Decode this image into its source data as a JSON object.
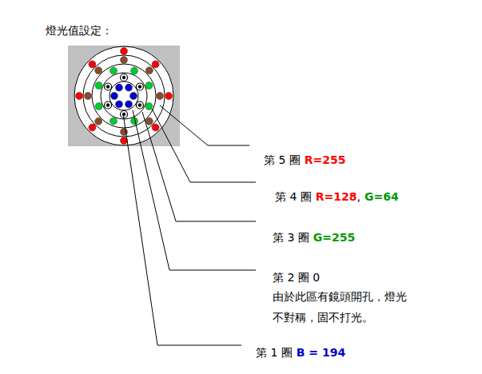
{
  "diagram": {
    "labels": [
      "燈光值設定：",
      "第 5 圈",
      "R=255",
      "第 4 圈",
      "R=128",
      ",",
      "G=64",
      "第 3 圈",
      "G=255",
      "第 2 圈 0",
      "由於此區有鏡頭開孔，燈光不對稱，固不打光。",
      "第 1 圈",
      "B = 194"
    ]
  }
}
